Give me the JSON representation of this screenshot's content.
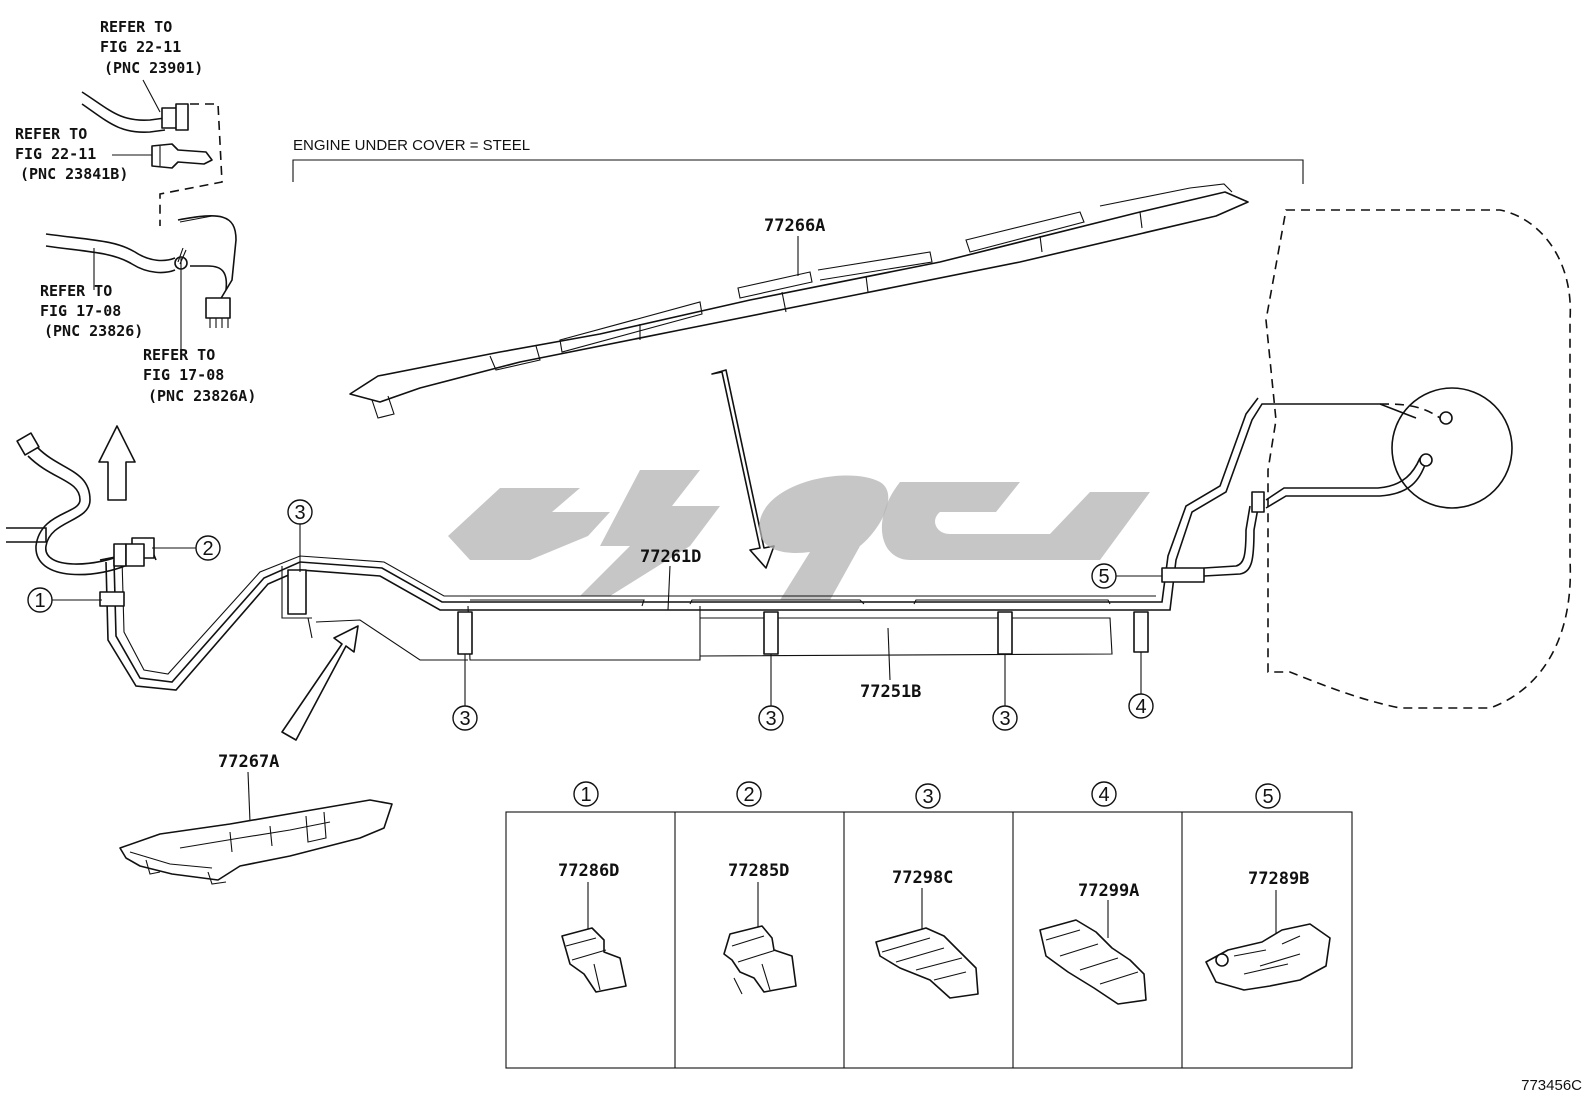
{
  "refs": {
    "r1": {
      "l1": "REFER TO",
      "l2": "FIG 22-11",
      "l3": "(PNC 23901)"
    },
    "r2": {
      "l1": "REFER TO",
      "l2": "FIG 22-11",
      "l3": "(PNC 23841B)"
    },
    "r3": {
      "l1": "REFER TO",
      "l2": "FIG 17-08",
      "l3": "(PNC 23826)"
    },
    "r4": {
      "l1": "REFER TO",
      "l2": "FIG 17-08",
      "l3": "(PNC 23826A)"
    }
  },
  "cover_label": "ENGINE UNDER COVER = STEEL",
  "parts": {
    "p77266A": "77266A",
    "p77261D": "77261D",
    "p77251B": "77251B",
    "p77267A": "77267A"
  },
  "callouts": {
    "c1": "1",
    "c2": "2",
    "c3": "3",
    "c4": "4",
    "c5": "5"
  },
  "clamp_table": [
    {
      "num": "1",
      "part": "77286D"
    },
    {
      "num": "2",
      "part": "77285D"
    },
    {
      "num": "3",
      "part": "77298C"
    },
    {
      "num": "4",
      "part": "77299A"
    },
    {
      "num": "5",
      "part": "77289B"
    }
  ],
  "illustration_id": "773456C"
}
